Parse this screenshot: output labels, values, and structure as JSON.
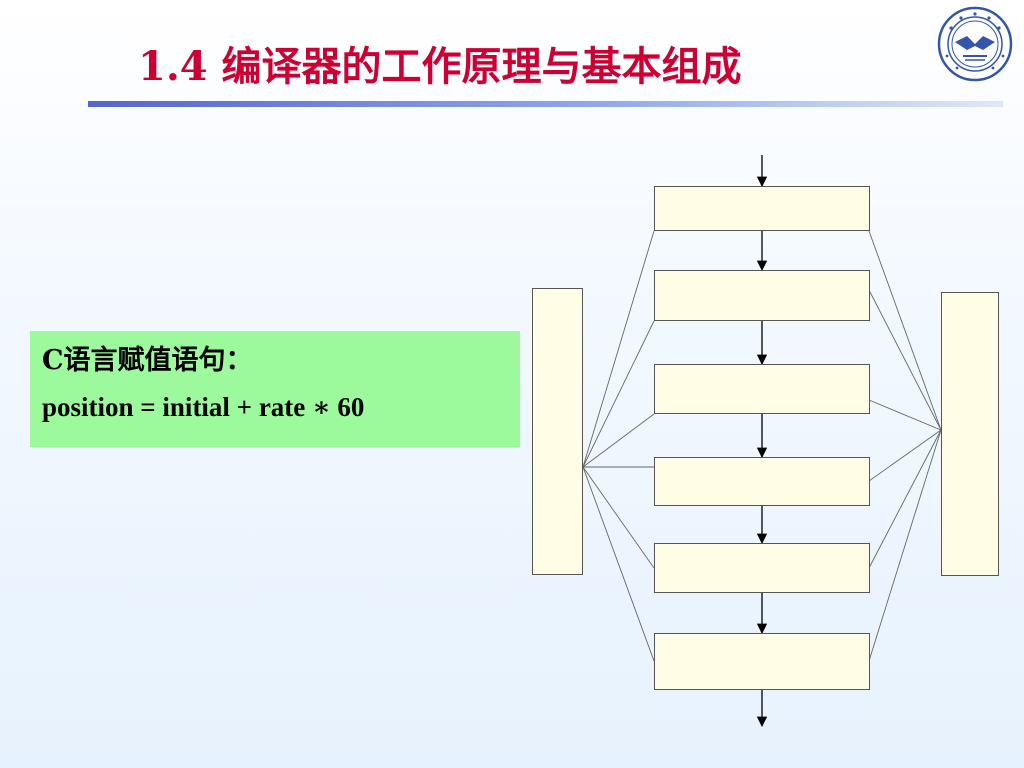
{
  "slide": {
    "title": "1.4 编译器的工作原理与基本组成"
  },
  "code": {
    "line1": "C语言赋值语句：",
    "line2": "position = initial + rate ∗ 60"
  },
  "diagram": {
    "input": "",
    "output": "",
    "stages": [
      "",
      "",
      "",
      "",
      "",
      ""
    ],
    "left_box": [
      "",
      "",
      "",
      "",
      ""
    ],
    "right_box": [
      "",
      "",
      "",
      ""
    ]
  },
  "colors": {
    "title": "#cc0033",
    "code_bg": "#9cfa9c",
    "box_bg": "#fffde5",
    "rule": "#5566cc",
    "logo": "#3355aa"
  },
  "icons": {
    "logo": "university-seal-icon"
  }
}
